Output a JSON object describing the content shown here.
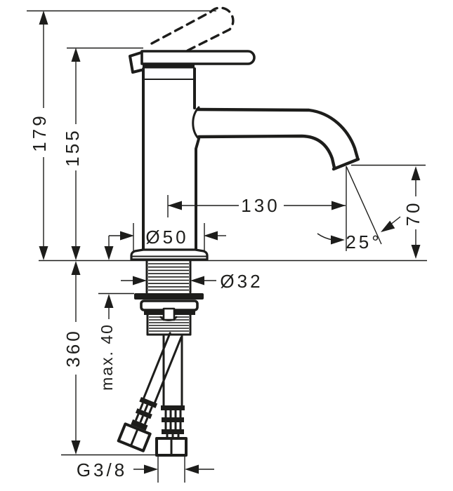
{
  "drawing": {
    "type": "faucet installation dimension drawing",
    "colors": {
      "line": "#1d1d1b",
      "background": "#ffffff"
    }
  },
  "dimensions": {
    "overall_height": "179",
    "spout_height": "155",
    "spout_reach": "130",
    "outlet_height": "70",
    "stream_angle": "25°",
    "base_diameter": "Ø50",
    "shank_diameter": "Ø32",
    "max_mounting_depth": "max. 40",
    "hose_length": "360",
    "connection_thread": "G3/8"
  }
}
